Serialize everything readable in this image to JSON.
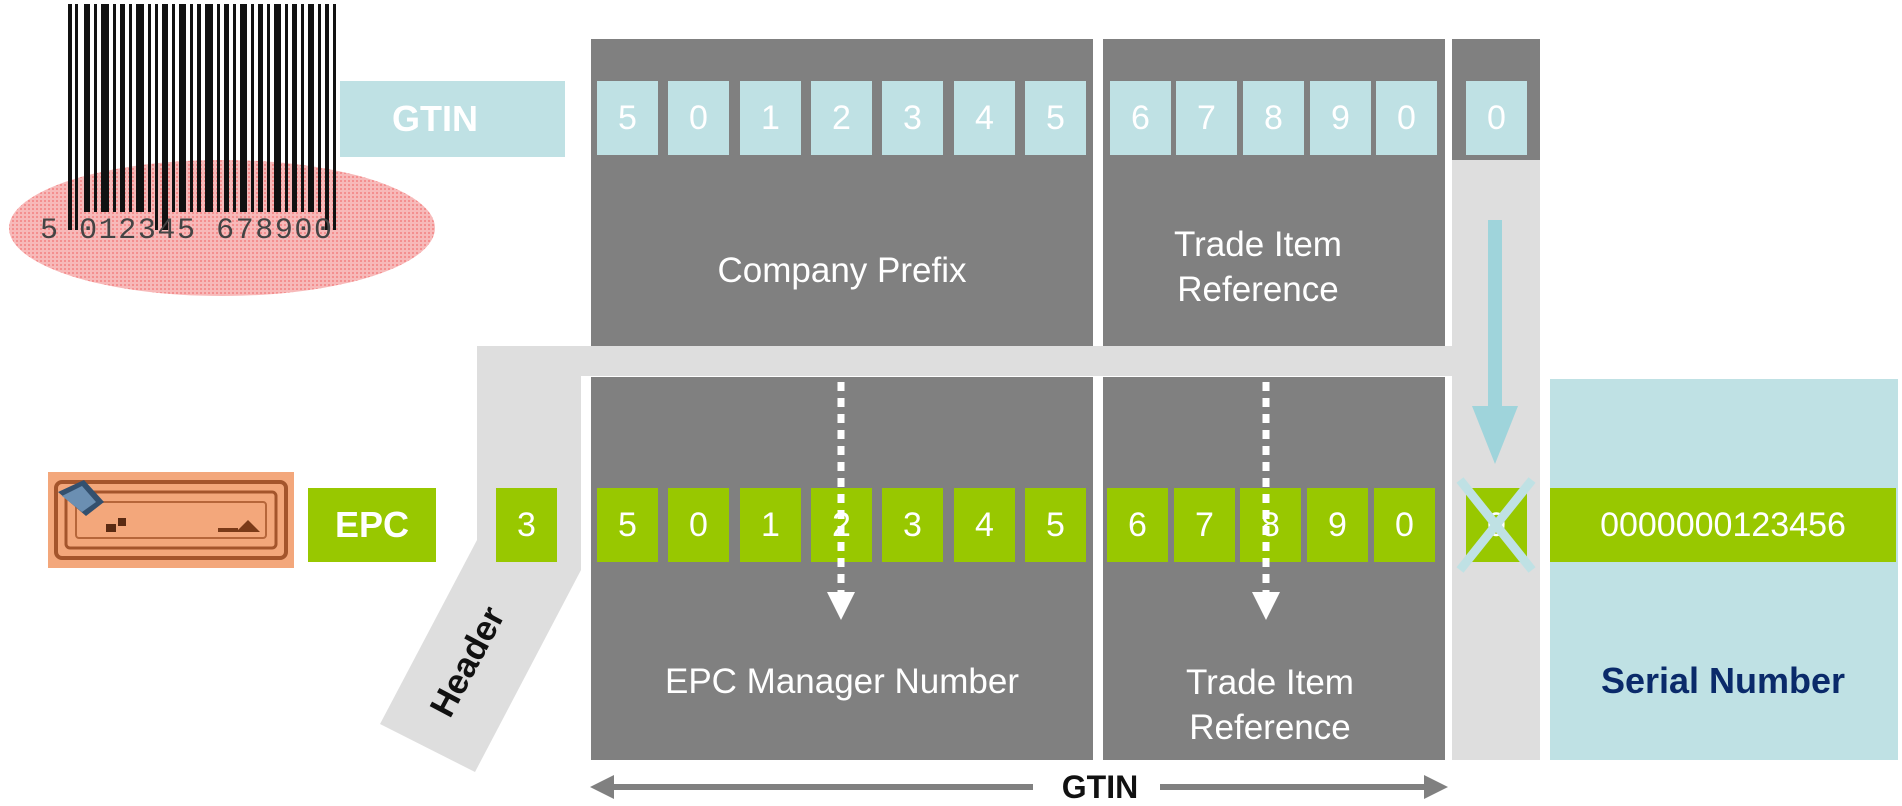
{
  "colors": {
    "panel_gray": "#808080",
    "band_gray": "#dedede",
    "gtin_blue": "#bfe1e4",
    "epc_green": "#98c800",
    "serial_text": "#0a2a6a"
  },
  "barcode": {
    "digits": "5 012345 678900"
  },
  "gtin_row": {
    "label": "GTIN",
    "company_prefix_digits": [
      "5",
      "0",
      "1",
      "2",
      "3",
      "4",
      "5"
    ],
    "item_reference_digits": [
      "6",
      "7",
      "8",
      "9",
      "0"
    ],
    "check_digit": "0"
  },
  "upper_sections": {
    "company_prefix": "Company Prefix",
    "trade_item_reference_line1": "Trade Item",
    "trade_item_reference_line2": "Reference"
  },
  "epc_row": {
    "label": "EPC",
    "header_digit": "3",
    "manager_digits": [
      "5",
      "0",
      "1",
      "2",
      "3",
      "4",
      "5"
    ],
    "item_reference_digits": [
      "6",
      "7",
      "8",
      "9",
      "0"
    ],
    "dropped_check_digit": "0",
    "serial_value": "0000000123456"
  },
  "lower_sections": {
    "header": "Header",
    "epc_manager_number": "EPC Manager Number",
    "trade_item_reference_line1": "Trade Item",
    "trade_item_reference_line2": "Reference",
    "serial_number": "Serial Number"
  },
  "bottom_span": {
    "label": "GTIN"
  }
}
